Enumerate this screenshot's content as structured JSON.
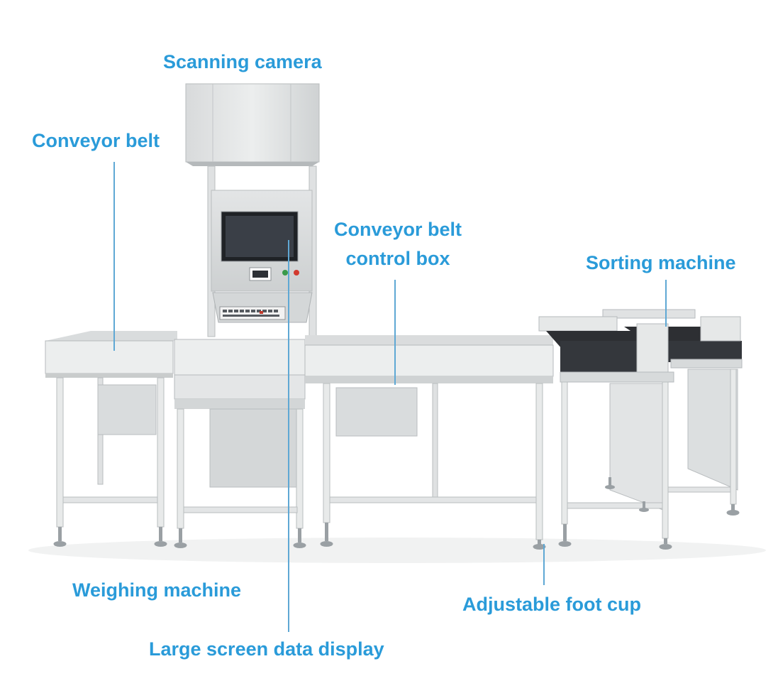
{
  "labels": {
    "scanning_camera": "Scanning camera",
    "conveyor_belt": "Conveyor belt",
    "control_box_line1": "Conveyor belt",
    "control_box_line2": "control box",
    "sorting_machine": "Sorting machine",
    "weighing_machine": "Weighing machine",
    "adjustable_foot_cup": "Adjustable foot cup",
    "large_screen_display": "Large screen data display"
  },
  "colors": {
    "label": "#2a9bd9",
    "leader": "#5fa8d4",
    "frame": "#e6e8e8",
    "frame_shade": "#c9cccc",
    "belt": "#2d2f33",
    "screen": "#3a3f47"
  }
}
